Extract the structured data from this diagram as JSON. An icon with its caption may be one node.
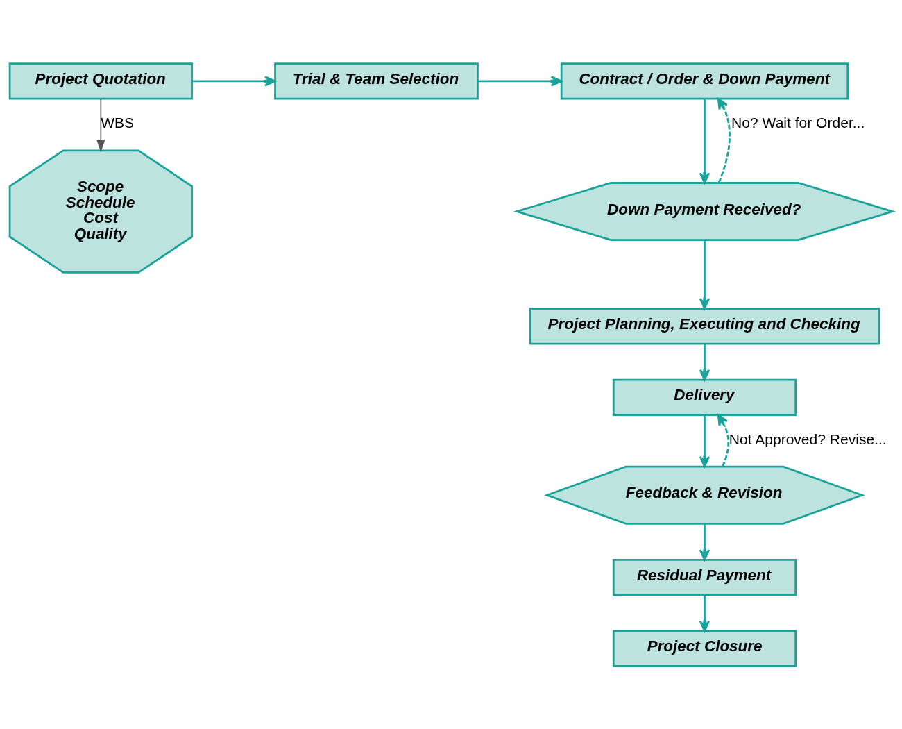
{
  "diagram": {
    "nodes": [
      {
        "text": [
          "Project Quotation"
        ]
      },
      {
        "text": [
          "Trial & Team Selection"
        ]
      },
      {
        "text": [
          "Contract / Order & Down Payment"
        ]
      },
      {
        "text": [
          "Scope",
          "Schedule",
          "Cost",
          "Quality"
        ]
      },
      {
        "text": [
          "Down Payment Received?"
        ]
      },
      {
        "text": [
          "Project Planning, Executing and Checking"
        ]
      },
      {
        "text": [
          "Delivery"
        ]
      },
      {
        "text": [
          "Feedback & Revision"
        ]
      },
      {
        "text": [
          "Residual Payment"
        ]
      },
      {
        "text": [
          "Project Closure"
        ]
      }
    ],
    "edges": [
      {
        "from": 0,
        "to": 3,
        "arrow": "to",
        "label": "WBS",
        "color": "#555555"
      },
      {
        "from": 0,
        "to": 1,
        "arrow": "to"
      },
      {
        "from": 1,
        "to": 2,
        "arrow": "to"
      },
      {
        "from": 2,
        "to": 4,
        "arrow": "to"
      },
      {
        "from": 4,
        "to": 2,
        "arrow": "to",
        "style": "dashed",
        "label": "No? Wait for Order..."
      },
      {
        "from": 4,
        "to": 5,
        "arrow": "to"
      },
      {
        "from": 5,
        "to": 6,
        "arrow": "to"
      },
      {
        "from": 6,
        "to": 7,
        "arrow": "to"
      },
      {
        "from": 7,
        "to": 6,
        "arrow": "to",
        "style": "dashed",
        "label": "Not Approved? Revise..."
      },
      {
        "from": 7,
        "to": 8,
        "arrow": "to"
      },
      {
        "from": 8,
        "to": 9,
        "arrow": "to"
      }
    ]
  }
}
